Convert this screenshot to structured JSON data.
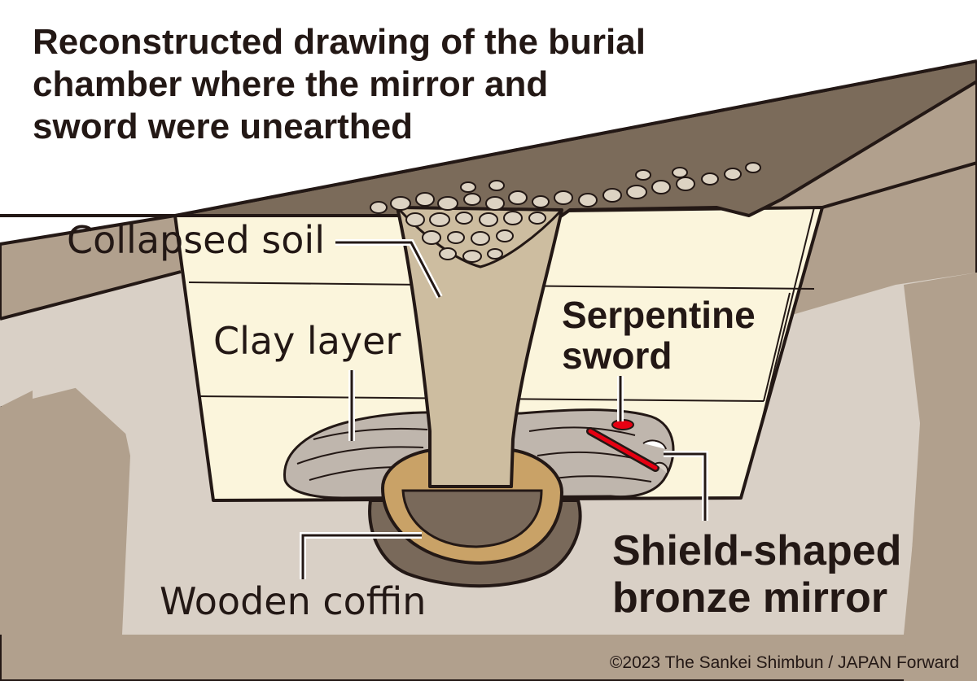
{
  "title": {
    "line1": "Reconstructed drawing of the burial",
    "line2": "chamber where the mirror and",
    "line3": "sword were unearthed"
  },
  "labels": {
    "collapsed_soil": "Collapsed soil",
    "clay_layer": "Clay layer",
    "wooden_coffin": "Wooden coffin",
    "serpentine_sword": {
      "line1": "Serpentine",
      "line2": "sword"
    },
    "mirror": {
      "line1": "Shield-shaped",
      "line2": "bronze mirror"
    }
  },
  "copyright": "©2023 The Sankei Shimbun / JAPAN Forward",
  "colors": {
    "ground": "#b1a08d",
    "earth_light": "#d9d0c6",
    "pit_fill": "#fbf5dc",
    "mound_top": "#7b6b5a",
    "collapsed_soil": "#cdbda0",
    "clay": "#bfb6ad",
    "coffin_outer": "#79695a",
    "coffin_wood": "#c9a267",
    "pebble": "#ddd3c3",
    "sword": "#e60012",
    "outline": "#231815"
  }
}
